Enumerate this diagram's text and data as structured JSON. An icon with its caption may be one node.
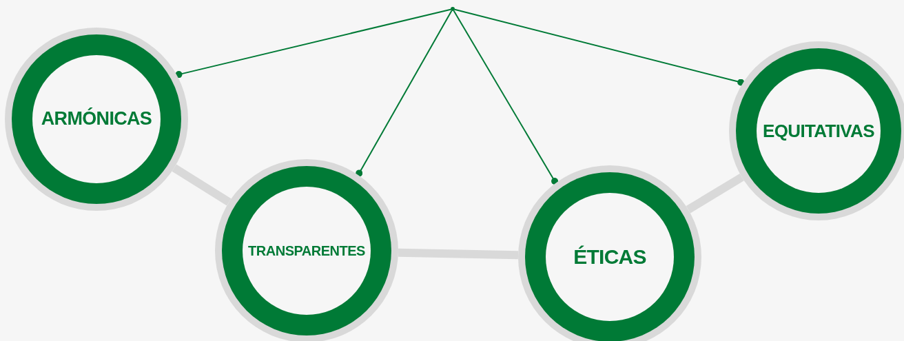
{
  "diagram": {
    "nodes": [
      {
        "text": [],
        "shape": "point"
      },
      {
        "text": [
          "ARMÓNICAS"
        ]
      },
      {
        "text": [
          "TRANSPARENTES"
        ]
      },
      {
        "text": [
          "ÉTICAS"
        ]
      },
      {
        "text": [
          "EQUITATIVAS"
        ]
      }
    ],
    "edges": [
      {
        "from": 1,
        "to": 2,
        "arrow": "none",
        "style": "thick",
        "color": "#d9d9d9"
      },
      {
        "from": 2,
        "to": 3,
        "arrow": "none",
        "style": "thick",
        "color": "#d9d9d9"
      },
      {
        "from": 3,
        "to": 4,
        "arrow": "none",
        "style": "thick",
        "color": "#d9d9d9"
      },
      {
        "from": 0,
        "to": 1,
        "arrow": "other"
      },
      {
        "from": 0,
        "to": 2,
        "arrow": "other"
      },
      {
        "from": 0,
        "to": 3,
        "arrow": "other"
      },
      {
        "from": 0,
        "to": 4,
        "arrow": "other"
      }
    ]
  }
}
